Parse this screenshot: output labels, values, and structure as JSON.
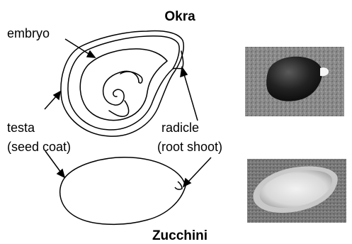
{
  "okra": {
    "title": "Okra",
    "labels": {
      "embryo": "embryo",
      "testa": "testa",
      "seed_coat": "(seed coat)",
      "radicle": "radicle",
      "root_shoot": "(root shoot)"
    }
  },
  "zucchini": {
    "title": "Zucchini"
  }
}
